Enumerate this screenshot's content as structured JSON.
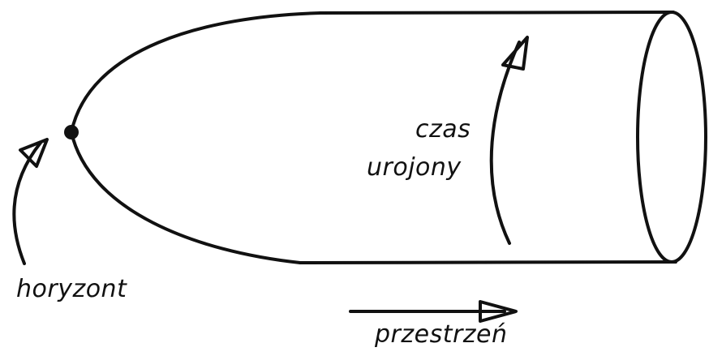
{
  "labels": {
    "time_line1": "czas",
    "time_line2": "urojony",
    "horizon": "horyzont",
    "space": "przestrzeń"
  },
  "colors": {
    "stroke": "#111111",
    "background": "#ffffff"
  }
}
